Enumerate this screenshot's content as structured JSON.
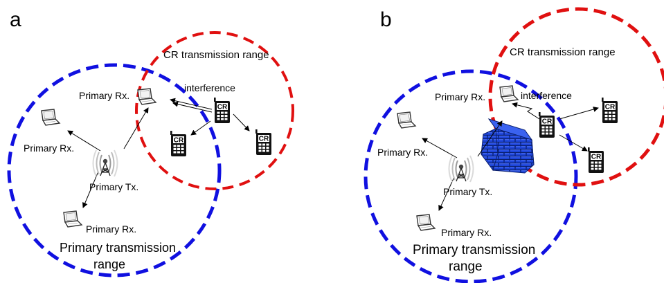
{
  "colors": {
    "primary_range": "#1010e0",
    "cr_range": "#e01010",
    "wall": "#1a3fd6",
    "ink": "#000000"
  },
  "icons": [
    "laptop-icon",
    "antenna-tower-icon",
    "cr-phone-icon",
    "brick-wall-icon"
  ],
  "panel_a": {
    "letter": "a",
    "cr_range_label": "CR transmission range",
    "interference_label": "interference",
    "primary_rx_top": "Primary Rx.",
    "primary_rx_left": "Primary Rx.",
    "primary_rx_bottom": "Primary Rx.",
    "primary_tx": "Primary Tx.",
    "primary_range_line1": "Primary transmission",
    "primary_range_line2": "range",
    "phones": [
      "CR",
      "CR",
      "CR"
    ]
  },
  "panel_b": {
    "letter": "b",
    "cr_range_label": "CR transmission range",
    "interference_label": "interference",
    "primary_rx_top": "Primary Rx.",
    "primary_rx_left": "Primary Rx.",
    "primary_rx_bottom": "Primary Rx.",
    "primary_tx": "Primary Tx.",
    "primary_range_line1": "Primary transmission",
    "primary_range_line2": "range",
    "phones": [
      "CR",
      "CR",
      "CR"
    ]
  }
}
